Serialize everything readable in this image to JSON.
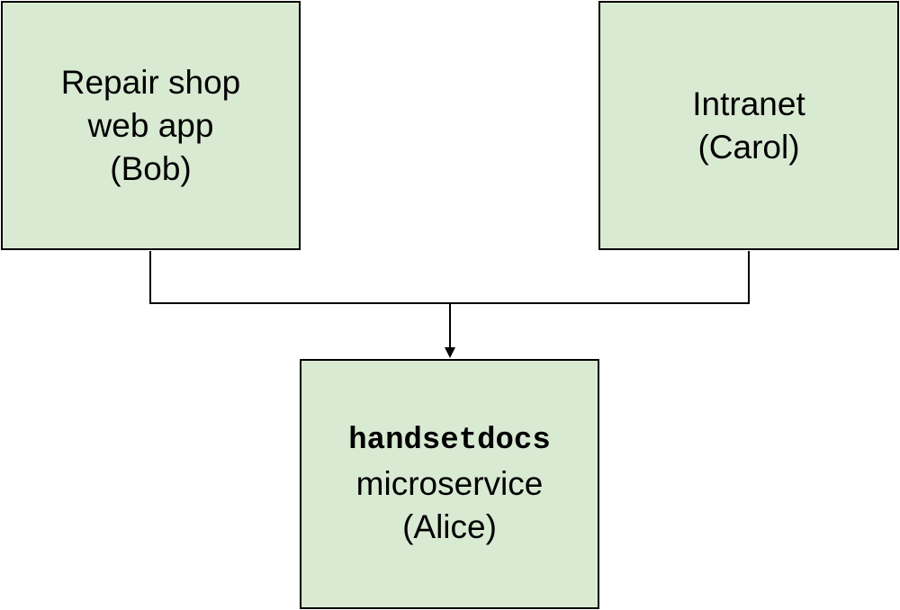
{
  "diagram": {
    "nodes": [
      {
        "id": "repair-shop",
        "lines": [
          "Repair shop",
          "web app",
          "(Bob)"
        ],
        "fill": "#d9ead3"
      },
      {
        "id": "intranet",
        "lines": [
          "Intranet",
          "(Carol)"
        ],
        "fill": "#d9ead3"
      },
      {
        "id": "handsetdocs",
        "code_name": "handsetdocs",
        "lines": [
          "microservice",
          "(Alice)"
        ],
        "fill": "#d9ead3"
      }
    ],
    "edges": [
      {
        "from": "repair-shop",
        "to": "handsetdocs",
        "arrow": true
      },
      {
        "from": "intranet",
        "to": "handsetdocs",
        "arrow": true
      }
    ],
    "colors": {
      "node_fill": "#d9ead3",
      "stroke": "#000000",
      "background": "#ffffff"
    }
  }
}
